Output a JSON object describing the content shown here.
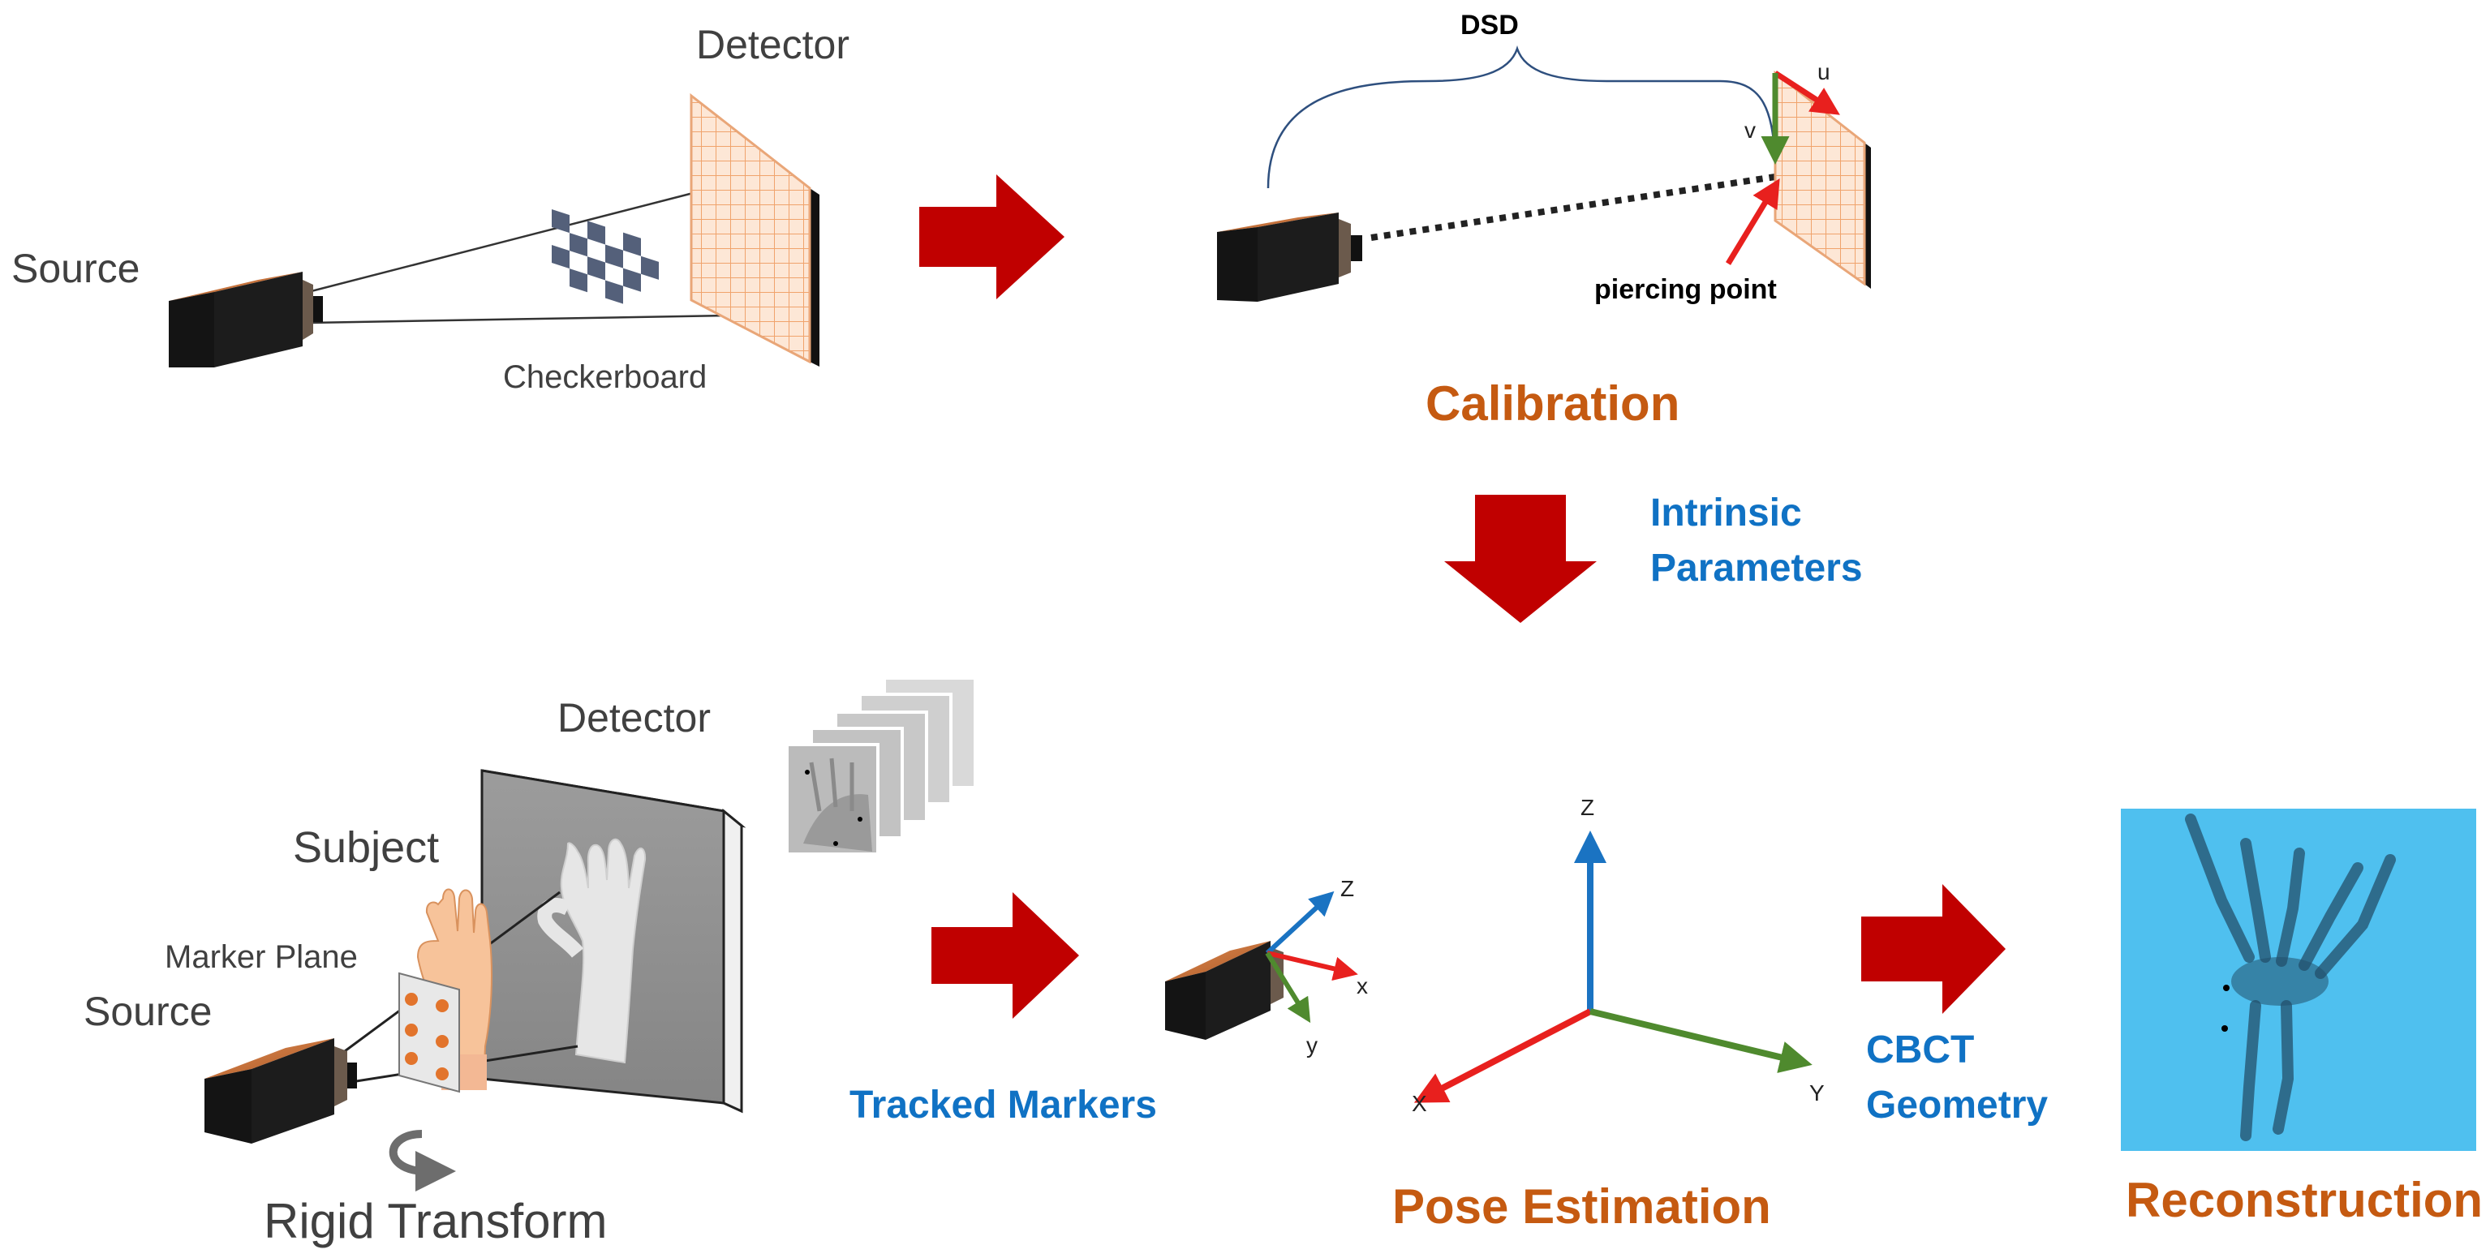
{
  "calibration_setup": {
    "detector_label": "Detector",
    "source_label": "Source",
    "checkerboard_label": "Checkerboard"
  },
  "calibration": {
    "dsd_label": "DSD",
    "u_label": "u",
    "v_label": "v",
    "piercing_point_label": "piercing point",
    "title": "Calibration"
  },
  "intrinsic_parameters": {
    "line1": "Intrinsic",
    "line2": "Parameters"
  },
  "acquisition": {
    "detector_label": "Detector",
    "subject_label": "Subject",
    "marker_plane_label": "Marker Plane",
    "source_label": "Source",
    "rigid_transform_label": "Rigid Transform"
  },
  "tracked_markers_label": "Tracked Markers",
  "camera_axes": {
    "z": "Z",
    "x": "x",
    "y": "y"
  },
  "pose_estimation": {
    "axis_z": "Z",
    "axis_x": "X",
    "axis_y": "Y",
    "title": "Pose Estimation"
  },
  "cbct_geometry": {
    "line1": "CBCT",
    "line2": "Geometry"
  },
  "reconstruction": {
    "title": "Reconstruction"
  },
  "colors": {
    "flow_arrow": "#c00000",
    "label_blue": "#1072c4",
    "label_orange": "#c55a11",
    "axis_red": "#e8201e",
    "axis_green": "#4f8a2e",
    "axis_blue": "#1a73c2",
    "reconstruction_bg": "#4fc0ef",
    "detector_grid": "#f0a36c"
  }
}
